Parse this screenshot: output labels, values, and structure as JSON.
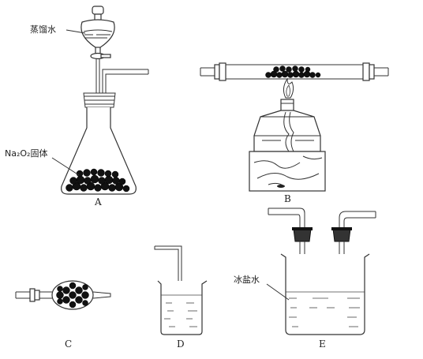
{
  "apparatus": {
    "A": {
      "label": "A",
      "funnel_text": "蒸馏水",
      "solid_text": "Na₂O₂固体"
    },
    "B": {
      "label": "B"
    },
    "C": {
      "label": "C"
    },
    "D": {
      "label": "D"
    },
    "E": {
      "label": "E",
      "bath_text": "冰盐水"
    }
  }
}
